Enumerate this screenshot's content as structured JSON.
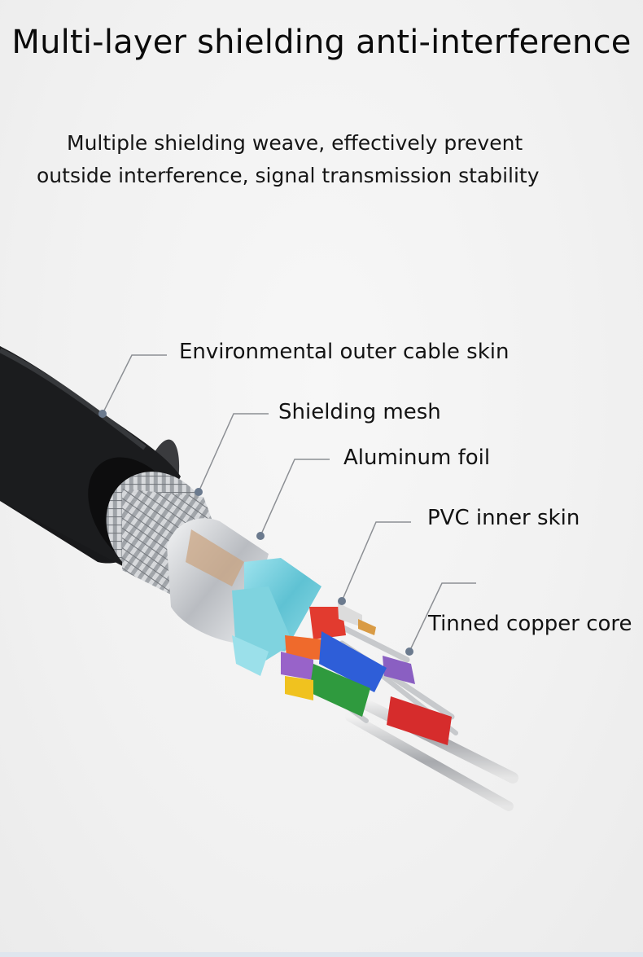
{
  "header": {
    "title": "Multi-layer shielding anti-interference",
    "subtitle_line1": "Multiple shielding weave, effectively prevent",
    "subtitle_line2": "outside interference, signal transmission stability"
  },
  "callouts": {
    "outer_skin": "Environmental outer cable skin",
    "shielding_mesh": "Shielding mesh",
    "aluminum_foil": "Aluminum foil",
    "pvc_inner_skin": "PVC inner skin",
    "tinned_copper_core": "Tinned copper core"
  },
  "colors": {
    "background": "#f3f3f3",
    "cable_jacket": "#1e1f21",
    "foil": "#d9dbde",
    "inner_sleeve": "#6fcbd9",
    "leader_line": "#8c8f94",
    "leader_dot": "#6b7a8e"
  }
}
